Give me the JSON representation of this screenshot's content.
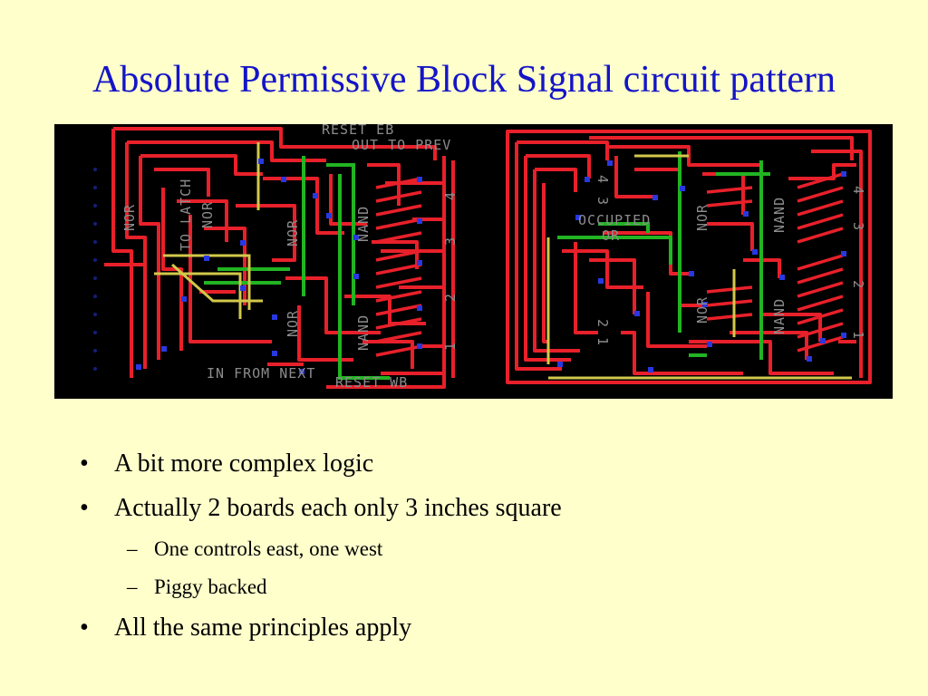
{
  "slide": {
    "title": "Absolute Permissive Block Signal circuit pattern",
    "bullets": [
      "A bit more complex logic",
      "Actually 2 boards each only 3 inches square",
      "All the same principles apply"
    ],
    "sub_bullets": [
      "One controls east, one west",
      "Piggy backed"
    ],
    "bullet_glyph": "•",
    "sub_bullet_glyph": "–"
  },
  "pcb": {
    "left_labels": {
      "reset_eb": "RESET EB",
      "out_to_prev": "OUT TO PREV",
      "nor_a": "NOR",
      "to_latch": "TO LATCH",
      "nor_b": "NOR",
      "nor_c": "NOR",
      "nand_top": "NAND",
      "nor_d": "NOR",
      "nand_bottom": "NAND",
      "in_from_next": "IN FROM NEXT",
      "reset_wb": "RESET WB",
      "num_4": "4",
      "num_3": "3",
      "num_2": "2",
      "num_1": "1"
    },
    "right_labels": {
      "occupied": "OCCUPIED",
      "or": "OR",
      "nor_top": "NOR",
      "nand_top": "NAND",
      "nor_bottom": "NOR",
      "nand_bottom": "NAND",
      "num_4": "4",
      "num_3": "3",
      "num_2": "2",
      "num_1": "1",
      "num_4b": "4",
      "num_3b": "3",
      "num_2b": "2",
      "num_1b": "1"
    },
    "colors": {
      "trace": "#E8202A",
      "jumper_green": "#22B422",
      "jumper_yellow": "#D2C84A",
      "pad": "#2838E0",
      "silk": "#8C8C8C",
      "board": "#000000"
    }
  }
}
